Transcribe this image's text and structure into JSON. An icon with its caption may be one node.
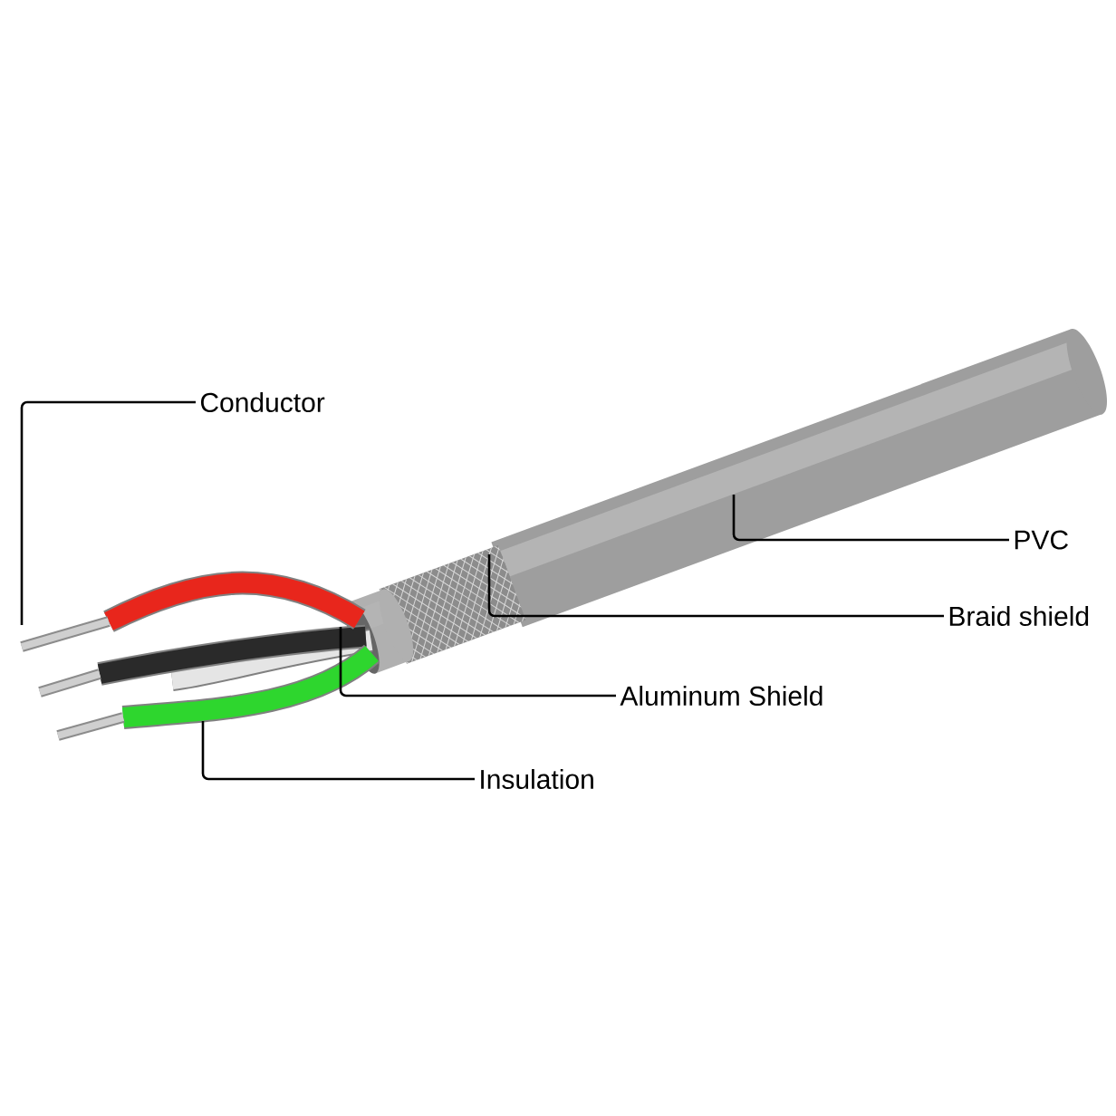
{
  "diagram": {
    "nodes": [
      {
        "text": [
          "Conductor"
        ]
      },
      {
        "text": [
          "PVC"
        ]
      },
      {
        "text": [
          "Braid shield"
        ]
      },
      {
        "text": [
          "Aluminum Shield"
        ]
      },
      {
        "text": [
          "Insulation"
        ]
      }
    ],
    "edges": [
      {
        "from": 0,
        "to": null,
        "arrow": "none"
      },
      {
        "from": 1,
        "to": null,
        "arrow": "none"
      },
      {
        "from": 2,
        "to": null,
        "arrow": "none"
      },
      {
        "from": 3,
        "to": null,
        "arrow": "none"
      },
      {
        "from": 4,
        "to": null,
        "arrow": "none"
      }
    ]
  }
}
